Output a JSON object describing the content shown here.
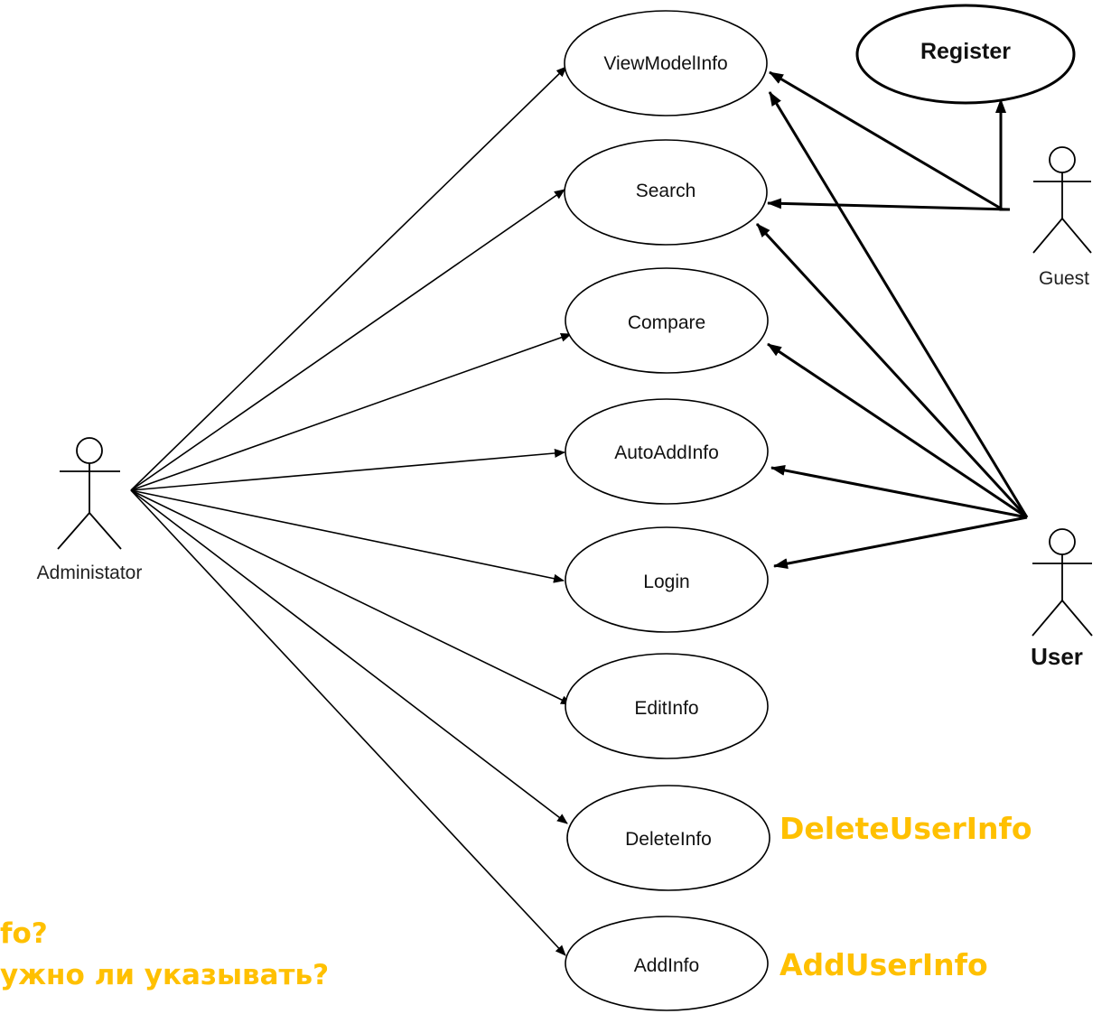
{
  "colors": {
    "note": "#FFC000",
    "line": "#000000"
  },
  "use_cases": [
    {
      "id": "viewmodelinfo",
      "label": "ViewModelInfo"
    },
    {
      "id": "search",
      "label": "Search"
    },
    {
      "id": "compare",
      "label": "Compare"
    },
    {
      "id": "autoaddinfo",
      "label": "AutoAddInfo"
    },
    {
      "id": "login",
      "label": "Login"
    },
    {
      "id": "editinfo",
      "label": "EditInfo"
    },
    {
      "id": "deleteinfo",
      "label": "DeleteInfo"
    },
    {
      "id": "addinfo",
      "label": "AddInfo"
    },
    {
      "id": "register",
      "label": "Register"
    }
  ],
  "actors": {
    "admin": {
      "label": "Administator"
    },
    "guest": {
      "label": "Guest"
    },
    "user": {
      "label": "User"
    }
  },
  "associations": [
    {
      "from": "admin",
      "to": "viewmodelinfo"
    },
    {
      "from": "admin",
      "to": "search"
    },
    {
      "from": "admin",
      "to": "compare"
    },
    {
      "from": "admin",
      "to": "autoaddinfo"
    },
    {
      "from": "admin",
      "to": "login"
    },
    {
      "from": "admin",
      "to": "editinfo"
    },
    {
      "from": "admin",
      "to": "deleteinfo"
    },
    {
      "from": "admin",
      "to": "addinfo"
    },
    {
      "from": "guest",
      "to": "viewmodelinfo"
    },
    {
      "from": "guest",
      "to": "search"
    },
    {
      "from": "guest",
      "to": "register"
    },
    {
      "from": "user",
      "to": "viewmodelinfo"
    },
    {
      "from": "user",
      "to": "search"
    },
    {
      "from": "user",
      "to": "compare"
    },
    {
      "from": "user",
      "to": "autoaddinfo"
    },
    {
      "from": "user",
      "to": "login"
    }
  ],
  "notes": {
    "delete_user_info": "DeleteUserInfo",
    "add_user_info": "AddUserInfo",
    "left_line1": "fo?",
    "left_line2": "ужно ли указывать?"
  }
}
